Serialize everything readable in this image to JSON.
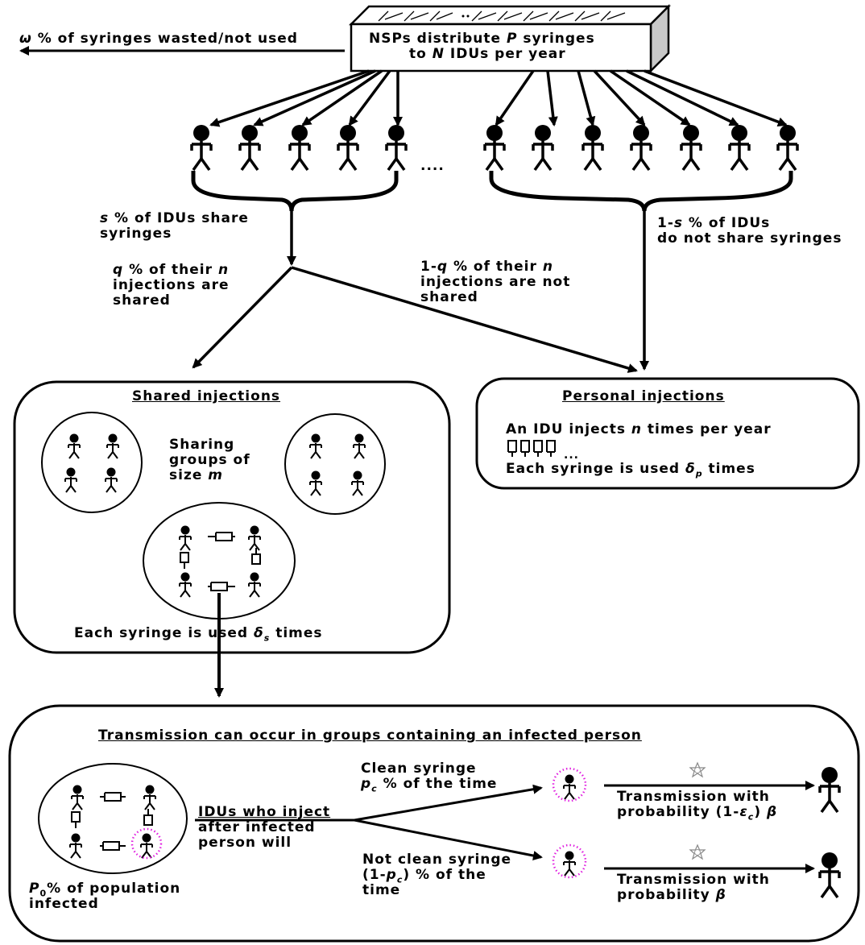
{
  "box_top": {
    "line1_pre": "NSPs distribute ",
    "line1_var": "P",
    "line1_post": " syringes",
    "line2_pre": "to ",
    "line2_var": "N",
    "line2_post": " IDUs per year"
  },
  "wasted": {
    "var": "ω",
    "text": " % of syringes wasted/not used"
  },
  "ellipsis_people": "....",
  "share": {
    "var": "s",
    "line1_post": " % of IDUs share",
    "line2": "syringes"
  },
  "noshare": {
    "pre": "1-",
    "var": "s",
    "line1_post": " % of IDUs",
    "line2": "do not share syringes"
  },
  "q_shared": {
    "var": "q",
    "line1_post": " % of their ",
    "nvar": "n",
    "line2": "injections are",
    "line3": "shared"
  },
  "q_notshared": {
    "pre": "1-",
    "var": "q",
    "line1_post": " % of their ",
    "nvar": "n",
    "line2": "injections are not",
    "line3": "shared"
  },
  "shared_box": {
    "title": "Shared injections",
    "groups_line1": "Sharing",
    "groups_line2": "groups of",
    "groups_line3_pre": "size ",
    "groups_var": "m",
    "used_pre": "Each syringe is used ",
    "used_var": "δ",
    "used_sub": "s",
    "used_post": " times"
  },
  "personal_box": {
    "title": "Personal injections",
    "line1_pre": "An IDU injects ",
    "line1_var": "n",
    "line1_post": " times per year",
    "dots": "...",
    "line2_pre": "Each syringe is used ",
    "line2_var": "δ",
    "line2_sub": "p",
    "line2_post": " times"
  },
  "trans_box": {
    "title": "Transmission can occur in groups containing an infected person",
    "idu_line1": "IDUs who inject",
    "idu_line2": "after infected",
    "idu_line3": "person will",
    "pop_var": "P",
    "pop_sub": "0",
    "pop_line1_post": "% of population",
    "pop_line2": "infected",
    "clean_line1": "Clean syringe",
    "clean_var": "p",
    "clean_sub": "c",
    "clean_line2_post": " % of the time",
    "notclean_line1": "Not clean syringe",
    "notclean_line2_pre": "(1-",
    "notclean_var": "p",
    "notclean_sub": "c",
    "notclean_line2_post": ") % of the",
    "notclean_line3": "time",
    "trans1_line1": "Transmission with",
    "trans1_line2_pre": "probability (1-",
    "trans1_eps": "ε",
    "trans1_eps_sub": "c",
    "trans1_line2_mid": ") ",
    "trans1_beta": "β",
    "trans2_line1": "Transmission with",
    "trans2_line2_pre": "probability ",
    "trans2_beta": "β"
  },
  "colors": {
    "ink": "#000000",
    "infected_ring": "#e020e0",
    "box_side": "#c8c8c8"
  }
}
